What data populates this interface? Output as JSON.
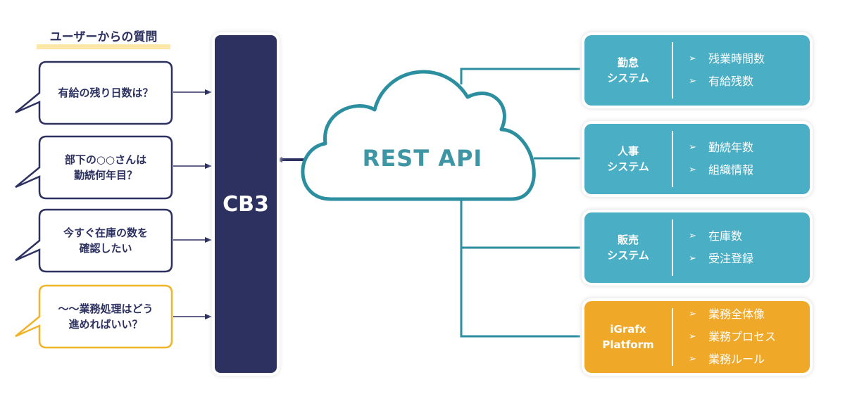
{
  "title": "ユーザーからの質問",
  "questions": [
    {
      "text": "有給の残り日数は？",
      "color": "#2d3160"
    },
    {
      "text": "部下の○○さんは\n勤続何年目？",
      "color": "#2d3160"
    },
    {
      "text": "今すぐ在庫の数を\n確認したい",
      "color": "#2d3160"
    },
    {
      "text": "～～業務処理はどう\n進めればいい？",
      "color": "#f0b429"
    }
  ],
  "hub": {
    "label": "CB3",
    "color": "#2d3160"
  },
  "cloud": {
    "label": "REST API",
    "color": "#3e95a3"
  },
  "systems": [
    {
      "name": "勤怠\nシステム",
      "items": [
        "残業時間数",
        "有給残数"
      ],
      "color": "#4aaec5"
    },
    {
      "name": "人事\nシステム",
      "items": [
        "勤続年数",
        "組織情報"
      ],
      "color": "#4aaec5"
    },
    {
      "name": "販売\nシステム",
      "items": [
        "在庫数",
        "受注登録"
      ],
      "color": "#4aaec5"
    },
    {
      "name": "iGrafx\nPlatform",
      "items": [
        "業務全体像",
        "業務プロセス",
        "業務ルール"
      ],
      "color": "#f0a828"
    }
  ],
  "icons": {
    "bullet": "arrowhead-bullet-icon"
  }
}
